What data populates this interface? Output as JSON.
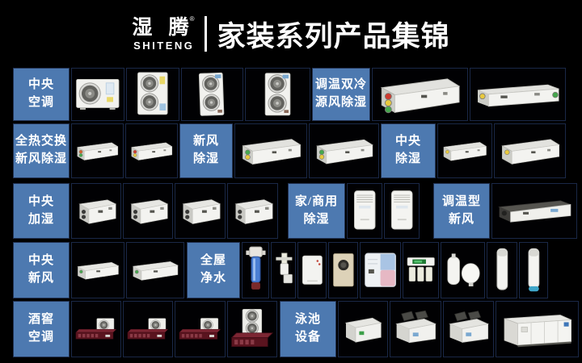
{
  "header": {
    "brand_cn": "湿 腾",
    "brand_reg": "®",
    "brand_en": "SHITENG",
    "title": "家装系列产品集锦"
  },
  "colors": {
    "background": "#000000",
    "title_text": "#ffffff",
    "label_bg": "#4d79b0",
    "label_text": "#ffffff",
    "cell_border": "#1a2847",
    "wine_unit_red": "#5a141f",
    "cap_yellow": "#e8c93e",
    "cap_green": "#46a84e",
    "cap_red": "#cf3b30"
  },
  "labels": {
    "central_ac": {
      "line1": "中央",
      "line2": "空调"
    },
    "temp_dual_cold_source_dehumid": {
      "line1": "调温双冷",
      "line2": "源风除湿"
    },
    "full_heat_exchange_fresh_dehumid": {
      "line1": "全热交换",
      "line2": "新风除湿"
    },
    "fresh_air_dehumid": {
      "line1": "新风",
      "line2": "除湿"
    },
    "central_dehumid": {
      "line1": "中央",
      "line2": "除湿"
    },
    "central_humid": {
      "line1": "中央",
      "line2": "加湿"
    },
    "home_commercial_dehumid": {
      "line1": "家/商用",
      "line2": "除湿"
    },
    "temp_adjust_fresh_air": {
      "line1": "调温型",
      "line2": "新风"
    },
    "central_fresh_air": {
      "line1": "中央",
      "line2": "新风"
    },
    "whole_house_water": {
      "line1": "全屋",
      "line2": "净水"
    },
    "wine_cellar_ac": {
      "line1": "酒窖",
      "line2": "空调"
    },
    "pool_equipment": {
      "line1": "泳池",
      "line2": "设备"
    }
  },
  "categories": [
    {
      "key": "central_ac",
      "label": "中央空调",
      "products": [
        "outdoor-unit-single-fan",
        "outdoor-unit-dual-fan",
        "outdoor-unit-tall-angled",
        "outdoor-unit-tall-front"
      ]
    },
    {
      "key": "temp_dual_cold_source_dehumid",
      "label": "调温双冷源风除湿",
      "products": [
        "duct-unit-multi-cap",
        "duct-unit-long"
      ]
    },
    {
      "key": "full_heat_exchange_fresh_dehumid",
      "label": "全热交换新风除湿",
      "products": [
        "erv-unit-1",
        "erv-unit-2"
      ]
    },
    {
      "key": "fresh_air_dehumid",
      "label": "新风除湿",
      "products": [
        "erv-unit-3",
        "erv-unit-4"
      ]
    },
    {
      "key": "central_dehumid",
      "label": "中央除湿",
      "products": [
        "erv-unit-5",
        "erv-unit-6"
      ]
    },
    {
      "key": "central_humid",
      "label": "中央加湿",
      "products": [
        "humidifier-1",
        "humidifier-2",
        "humidifier-3",
        "humidifier-4"
      ]
    },
    {
      "key": "home_commercial_dehumid",
      "label": "家/商用除湿",
      "products": [
        "portable-dehumidifier-1",
        "portable-dehumidifier-2"
      ]
    },
    {
      "key": "temp_adjust_fresh_air",
      "label": "调温型新风",
      "products": [
        "flat-duct-unit"
      ]
    },
    {
      "key": "central_fresh_air",
      "label": "中央新风",
      "products": [
        "fresh-air-duct-1",
        "fresh-air-duct-2"
      ]
    },
    {
      "key": "whole_house_water",
      "label": "全屋净水",
      "products": [
        "spin-down-prefilter",
        "wall-mount-filter",
        "front-filter-box",
        "beige-panel-filter",
        "water-softener",
        "ro-purifier",
        "storage-tank-set",
        "filter-cylinder-1",
        "filter-cylinder-2"
      ]
    },
    {
      "key": "wine_cellar_ac",
      "label": "酒窖空调",
      "products": [
        "wine-cellar-unit-1",
        "wine-cellar-unit-2",
        "wine-cellar-unit-3",
        "wine-cellar-unit-4"
      ]
    },
    {
      "key": "pool_equipment",
      "label": "泳池设备",
      "products": [
        "pool-unit-small",
        "pool-heat-pump-1",
        "pool-heat-pump-2",
        "pool-ahu-large"
      ]
    }
  ]
}
